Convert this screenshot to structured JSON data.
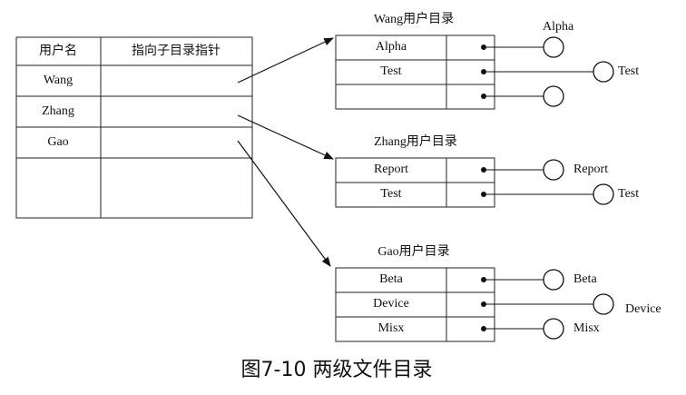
{
  "mfd": {
    "headers": [
      "用户名",
      "指向子目录指针"
    ],
    "rows": [
      "Wang",
      "Zhang",
      "Gao"
    ]
  },
  "ufd": {
    "wang": {
      "title": "Wang用户目录",
      "entries": [
        "Alpha",
        "Test",
        ""
      ],
      "files": [
        "Alpha",
        "Test",
        ""
      ]
    },
    "zhang": {
      "title": "Zhang用户目录",
      "entries": [
        "Report",
        "Test"
      ],
      "files": [
        "Report",
        "Test"
      ]
    },
    "gao": {
      "title": "Gao用户目录",
      "entries": [
        "Beta",
        "Device",
        "Misx"
      ],
      "files": [
        "Beta",
        "Device",
        "Misx"
      ]
    }
  },
  "caption": "图7-10  两级文件目录"
}
